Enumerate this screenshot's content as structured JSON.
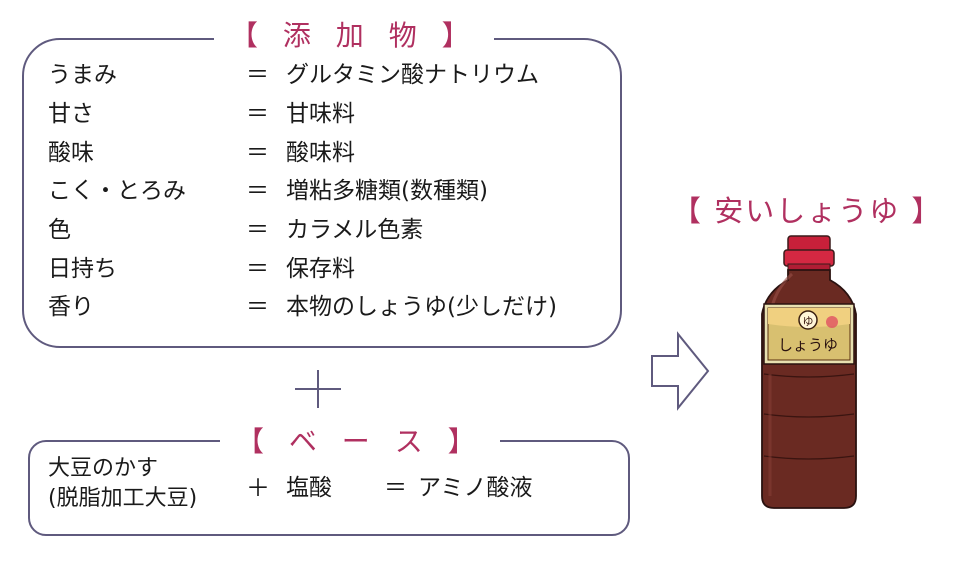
{
  "additives": {
    "title": "【 添 加 物 】",
    "rows": [
      {
        "label": "うまみ",
        "eq": "＝",
        "value": "グルタミン酸ナトリウム"
      },
      {
        "label": "甘さ",
        "eq": "＝",
        "value": "甘味料"
      },
      {
        "label": "酸味",
        "eq": "＝",
        "value": "酸味料"
      },
      {
        "label": "こく・とろみ",
        "eq": "＝",
        "value": "増粘多糖類(数種類)"
      },
      {
        "label": "色",
        "eq": "＝",
        "value": "カラメル色素"
      },
      {
        "label": "日持ち",
        "eq": "＝",
        "value": "保存料"
      },
      {
        "label": "香り",
        "eq": "＝",
        "value": "本物のしょうゆ(少しだけ)"
      }
    ]
  },
  "base": {
    "title": "【 ベ ー ス 】",
    "ingredient_line1": "大豆のかす",
    "ingredient_line2": "(脱脂加工大豆)",
    "plus": "＋",
    "acid": "塩酸",
    "eq": "＝",
    "result": "アミノ酸液"
  },
  "product": {
    "title": "【 安いしょうゆ 】",
    "bottle_label": "しょうゆ",
    "bottle_mark": "ゆ"
  },
  "colors": {
    "accent": "#b03060",
    "border": "#5f5a7e",
    "soy": "#6a2a22",
    "cap": "#c8203a"
  },
  "icons": {
    "plus": "plus-icon",
    "arrow": "right-arrow-icon",
    "bottle": "soy-sauce-bottle-icon"
  }
}
